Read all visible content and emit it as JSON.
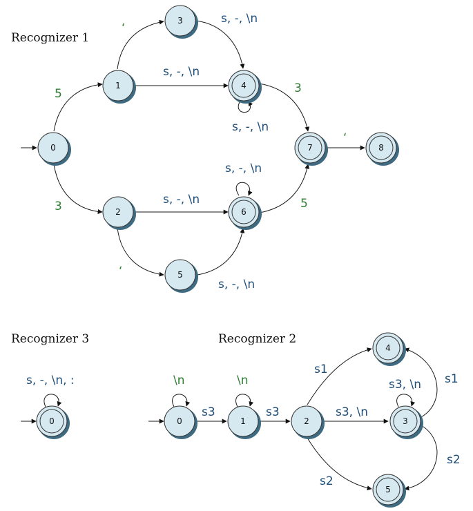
{
  "recognizers": [
    {
      "title": "Recognizer 1"
    },
    {
      "title": "Recognizer 3"
    },
    {
      "title": "Recognizer 2"
    }
  ],
  "r1": {
    "states": [
      "0",
      "1",
      "2",
      "3",
      "4",
      "5",
      "6",
      "7",
      "8"
    ],
    "labels": {
      "e01": "5",
      "e02": "3",
      "e13": "‘",
      "e14": "s, -, \\n",
      "e34": "s, -, \\n",
      "e44_loop": "s, -, \\n",
      "e47": "3",
      "e78": "‘",
      "e25": "‘",
      "e26": "s, -, \\n",
      "e56": "s, -, \\n",
      "e66_loop": "s, -, \\n",
      "e67": "5"
    }
  },
  "r3": {
    "states": [
      "0"
    ],
    "labels": {
      "loop0": "s, -, \\n, :"
    }
  },
  "r2": {
    "states": [
      "0",
      "1",
      "2",
      "3",
      "4",
      "5"
    ],
    "labels": {
      "loop0": "\\n",
      "loop1": "\\n",
      "e01": "s3",
      "e12": "s3",
      "e24": "s1",
      "e23": "s3, \\n",
      "loop3": "s3, \\n",
      "e25": "s2",
      "e34": "s1",
      "e35": "s2"
    }
  },
  "colors": {
    "node_fill": "#d6e9f1",
    "shadow": "#3f6b82",
    "label_blue": "#1f4e79",
    "label_green": "#2e7d32"
  }
}
